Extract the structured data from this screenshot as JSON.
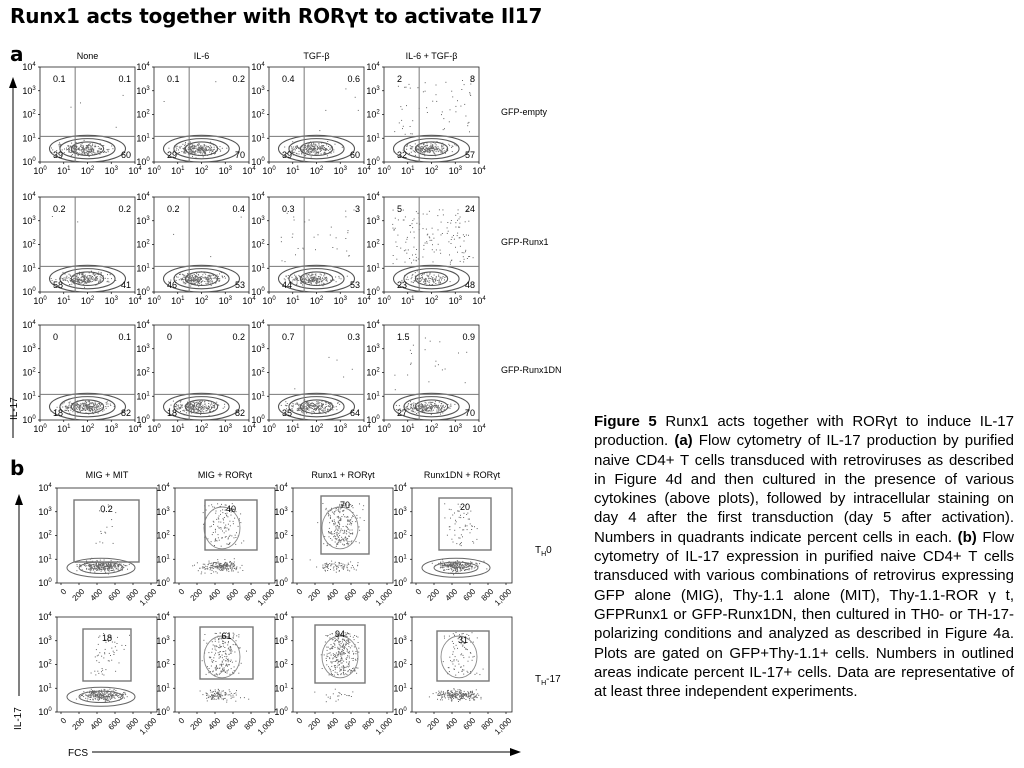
{
  "title": "Runx1 acts together with RORγt to activate Il17",
  "panel_a": {
    "letter": "a",
    "columns": [
      "None",
      "IL-6",
      "TGF-β",
      "IL-6 + TGF-β"
    ],
    "rows": [
      "GFP-empty",
      "GFP-Runx1",
      "GFP-Runx1DN"
    ],
    "y_axis_label": "IL-17",
    "tick_labels": [
      "10",
      "10",
      "10",
      "10",
      "10"
    ],
    "tick_exponents": [
      "0",
      "1",
      "2",
      "3",
      "4"
    ],
    "quadrants": [
      [
        [
          "0.1",
          "0.1",
          "39",
          "60"
        ],
        [
          "0.1",
          "0.2",
          "29",
          "70"
        ],
        [
          "0.4",
          "0.6",
          "39",
          "60"
        ],
        [
          "2",
          "8",
          "32",
          "57"
        ]
      ],
      [
        [
          "0.2",
          "0.2",
          "58",
          "41"
        ],
        [
          "0.2",
          "0.4",
          "46",
          "53"
        ],
        [
          "0.3",
          "3",
          "44",
          "53"
        ],
        [
          "5",
          "24",
          "23",
          "48"
        ]
      ],
      [
        [
          "0",
          "0.1",
          "18",
          "82"
        ],
        [
          "0",
          "0.2",
          "18",
          "82"
        ],
        [
          "0.7",
          "0.3",
          "35",
          "64"
        ],
        [
          "1.5",
          "0.9",
          "27",
          "70"
        ]
      ]
    ]
  },
  "panel_b": {
    "letter": "b",
    "columns": [
      "MIG + MIT",
      "MIG + RORγt",
      "Runx1 + RORγt",
      "Runx1DN + RORγt"
    ],
    "rows": [
      {
        "main": "T",
        "sub": "H",
        "suffix": "0"
      },
      {
        "main": "T",
        "sub": "H",
        "suffix": "-17"
      }
    ],
    "y_axis_label": "IL-17",
    "x_axis_label": "FCS",
    "x_tick_labels": [
      "0",
      "200",
      "400",
      "600",
      "800",
      "1,000"
    ],
    "y_tick_labels": [
      "10",
      "10",
      "10",
      "10",
      "10"
    ],
    "y_tick_exponents": [
      "0",
      "1",
      "2",
      "3",
      "4"
    ],
    "gates": [
      [
        "0.2",
        "40",
        "70",
        "20"
      ],
      [
        "18",
        "61",
        "94",
        "31"
      ]
    ]
  },
  "caption": {
    "label": "Figure 5",
    "intro": " Runx1 acts together with RORγt to induce IL-17 production. ",
    "a_label": "(a)",
    "a_text": " Flow cytometry of IL-17 production by purified naive CD4+ T cells transduced with retroviruses as described in Figure 4d and then cultured in the presence of various cytokines (above plots), followed by intracellular staining on day 4 after the first transduction (day 5 after activation). Numbers in quadrants indicate percent cells in each. ",
    "b_label": "(b)",
    "b_text": " Flow cytometry of IL-17 expression in purified naive CD4+ T cells transduced with various combinations of retrovirus expressing GFP alone (MIG), Thy-1.1 alone (MIT), Thy-1.1-ROR γ t, GFPRunx1 or GFP-Runx1DN, then cultured in TH0- or TH-17-polarizing conditions and analyzed as described in Figure 4a. Plots are gated on GFP+Thy-1.1+ cells. Numbers in outlined areas indicate percent IL-17+ cells. Data are representative of at least three independent experiments."
  }
}
